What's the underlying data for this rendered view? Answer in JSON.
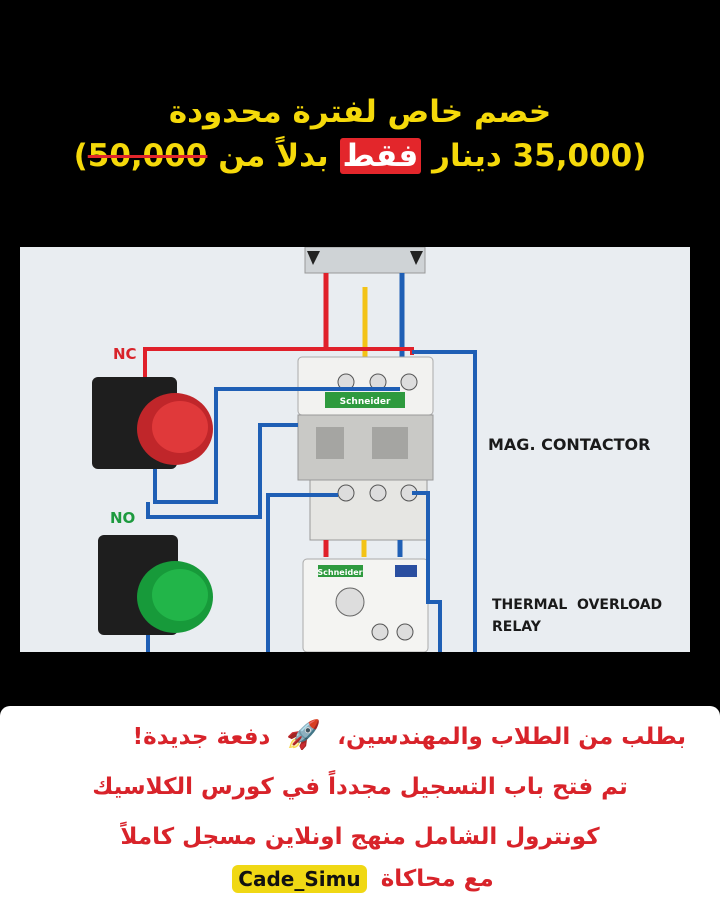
{
  "headline": {
    "line1": "خصم خاص لفترة محدودة",
    "price_new": "35,000",
    "currency": "دينار",
    "only_word": "فقط",
    "instead_of": "بدلاً من",
    "price_old": "50,000",
    "open_paren": "(",
    "close_paren": ")"
  },
  "diagram": {
    "nc_label": "NC",
    "no_label": "NO",
    "contactor_label": "MAG. CONTACTOR",
    "overload_line1": "THERMAL  OVERLOAD",
    "overload_line2": "RELAY",
    "brand_top": "Schneider",
    "brand_bottom": "Schneider",
    "wire_colors": {
      "red": "#e0202a",
      "yellow": "#f3c316",
      "blue": "#1f5fb5",
      "black": "#1a1a1a"
    }
  },
  "promo": {
    "line1_a": "دفعة جديدة!",
    "line1_b": "بطلب من الطلاب والمهندسين،",
    "line2": "تم فتح باب التسجيل مجدداً  في كورس الكلاسيك",
    "line3": "كونترول الشامل منهج  اونلاين مسجل كاملاً",
    "line4_a": "مع محاكاة",
    "brand": "Cade_Simu",
    "rocket_icon": "rocket-icon"
  }
}
